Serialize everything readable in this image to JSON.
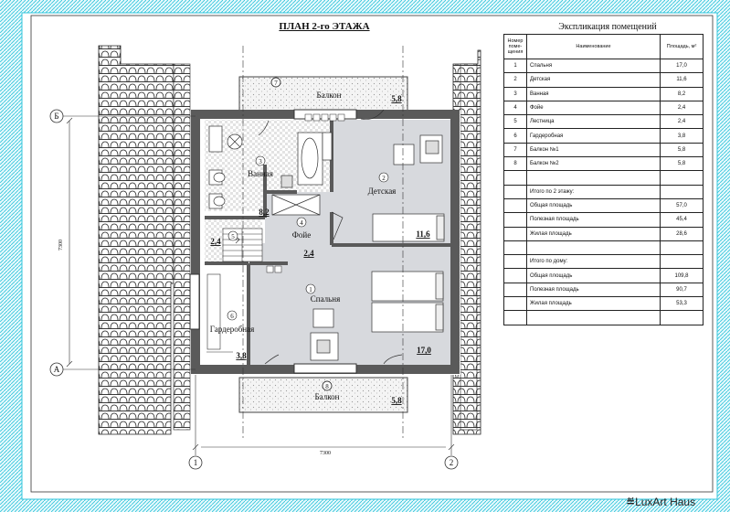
{
  "plan_title": "ПЛАН 2-го ЭТАЖА",
  "explication": {
    "title": "Экспликация помещений",
    "headers": {
      "number": "Номер поме-щения",
      "name": "Наименование",
      "area": "Площадь, м²"
    },
    "rows": [
      {
        "num": "1",
        "name": "Спальня",
        "area": "17,0"
      },
      {
        "num": "2",
        "name": "Детская",
        "area": "11,6"
      },
      {
        "num": "3",
        "name": "Ванная",
        "area": "8,2"
      },
      {
        "num": "4",
        "name": "Фойе",
        "area": "2,4"
      },
      {
        "num": "5",
        "name": "Лестница",
        "area": "2,4"
      },
      {
        "num": "6",
        "name": "Гардеробная",
        "area": "3,8"
      },
      {
        "num": "7",
        "name": "Балкон №1",
        "area": "5,8"
      },
      {
        "num": "8",
        "name": "Балкон №2",
        "area": "5,8"
      },
      {
        "num": "",
        "name": "",
        "area": ""
      },
      {
        "num": "",
        "name": "Итого по 2 этажу:",
        "area": ""
      },
      {
        "num": "",
        "name": "Общая площадь",
        "area": "57,0"
      },
      {
        "num": "",
        "name": "Полезная площадь",
        "area": "45,4"
      },
      {
        "num": "",
        "name": "Жилая площадь",
        "area": "28,6"
      },
      {
        "num": "",
        "name": "",
        "area": ""
      },
      {
        "num": "",
        "name": "Итого по дому:",
        "area": ""
      },
      {
        "num": "",
        "name": "Общая площадь",
        "area": "109,8"
      },
      {
        "num": "",
        "name": "Полезная площадь",
        "area": "90,7"
      },
      {
        "num": "",
        "name": "Жилая площадь",
        "area": "53,3"
      },
      {
        "num": "",
        "name": "",
        "area": ""
      }
    ]
  },
  "rooms": {
    "bedroom": {
      "num": "1",
      "name": "Спальня",
      "area": "17,0"
    },
    "kids": {
      "num": "2",
      "name": "Детская",
      "area": "11,6"
    },
    "bath": {
      "num": "3",
      "name": "Ванная",
      "area": "8,2"
    },
    "foyer": {
      "num": "4",
      "name": "Фойе",
      "area": "2,4"
    },
    "stairs": {
      "num": "5",
      "area": "2,4"
    },
    "wardrobe": {
      "num": "6",
      "name": "Гардеробная",
      "area": "3,8"
    },
    "balcony_top": {
      "num": "7",
      "name": "Балкон",
      "area": "5,8"
    },
    "balcony_bottom": {
      "num": "8",
      "name": "Балкон",
      "area": "5,8"
    }
  },
  "axes": {
    "b": "Б",
    "a": "А",
    "one": "1",
    "two": "2"
  },
  "dimensions": {
    "horizontal": "7300",
    "vertical": "7300"
  },
  "logo": {
    "prefix": "≝",
    "text": "LuxArt Haus"
  },
  "colors": {
    "border_cyan": "#33c6dc",
    "walls": "#5a5a5a",
    "floor_gray": "#d7d9dd",
    "roof": "#222"
  }
}
